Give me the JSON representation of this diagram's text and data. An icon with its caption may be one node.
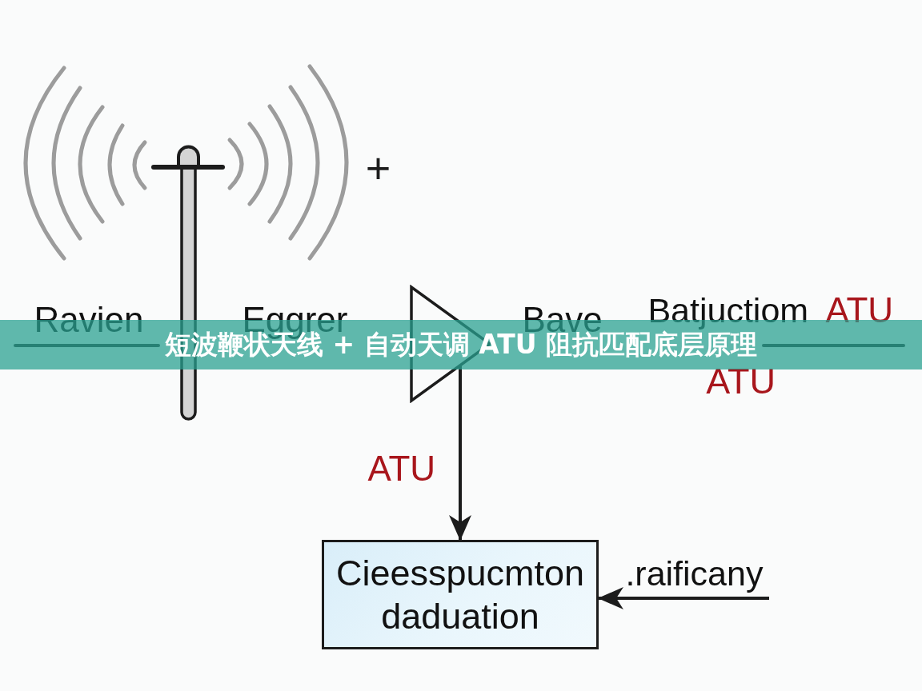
{
  "diagram": {
    "title": "短波鞭状天线 + 自动天调 ATU 阻抗匹配底层原理",
    "nodes": [
      {
        "text": [],
        "shape": "triangle"
      },
      {
        "text": [
          "Cieesspucmton daduation"
        ]
      }
    ],
    "edges": [
      {
        "from": 0,
        "to": 1,
        "arrow": "to",
        "label": "ATU"
      },
      {
        "from": null,
        "to": 1,
        "arrow": "to",
        "label": ".raificany"
      }
    ],
    "labels": [
      "+",
      "Ravien",
      "Eggrer",
      "Bave",
      "Batjuctiom",
      "ATU",
      "ATU"
    ]
  }
}
